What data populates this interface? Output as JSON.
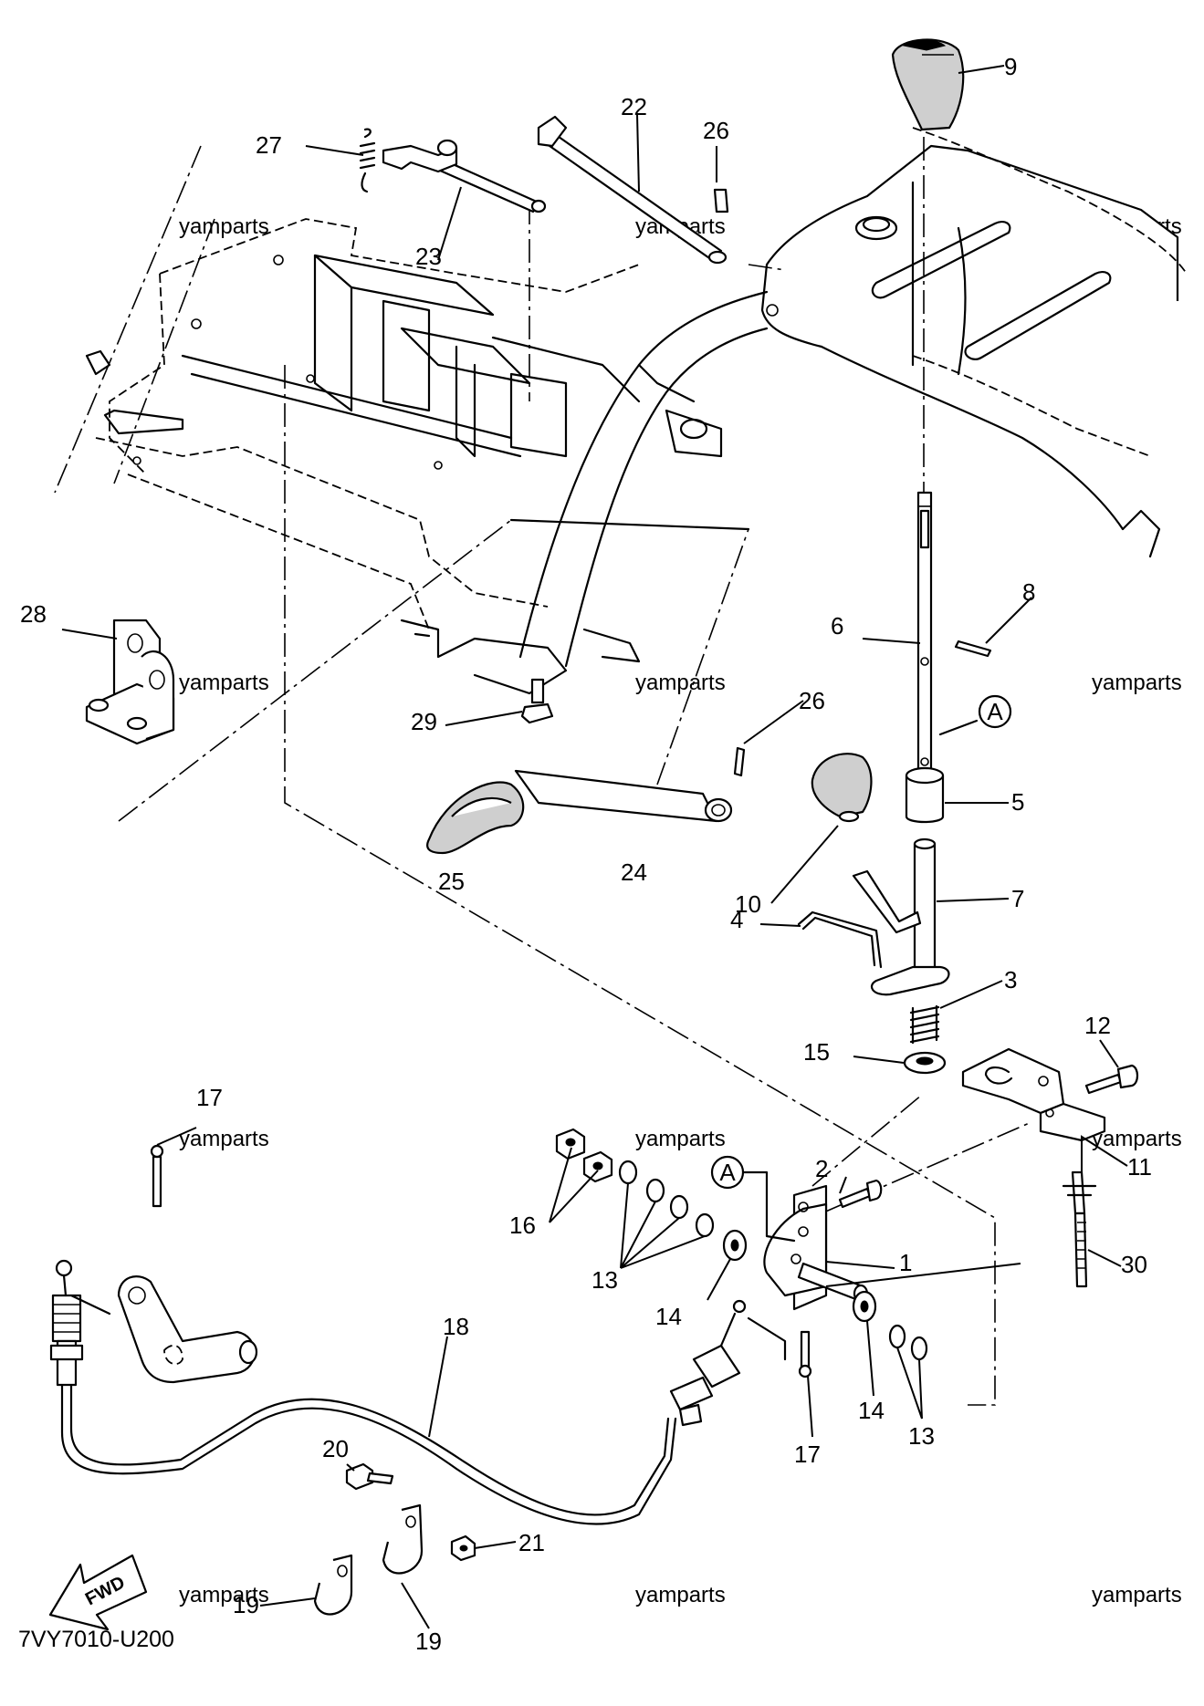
{
  "diagram_code": "7VY7010-U200",
  "watermark": "yamparts",
  "direction_label": "FWD",
  "ref_marker": "A",
  "callouts": {
    "c1": "1",
    "c2": "2",
    "c3": "3",
    "c4": "4",
    "c5": "5",
    "c6": "6",
    "c7": "7",
    "c8": "8",
    "c9": "9",
    "c10": "10",
    "c11": "11",
    "c12": "12",
    "c13a": "13",
    "c13b": "13",
    "c14a": "14",
    "c14b": "14",
    "c15": "15",
    "c16": "16",
    "c17a": "17",
    "c17b": "17",
    "c18": "18",
    "c19a": "19",
    "c19b": "19",
    "c20": "20",
    "c21": "21",
    "c22": "22",
    "c23": "23",
    "c24": "24",
    "c25": "25",
    "c26a": "26",
    "c26b": "26",
    "c27": "27",
    "c28": "28",
    "c29": "29",
    "c30": "30"
  },
  "colors": {
    "ink": "#000000",
    "paper": "#ffffff",
    "knob_shade": "#cfcfcf"
  }
}
